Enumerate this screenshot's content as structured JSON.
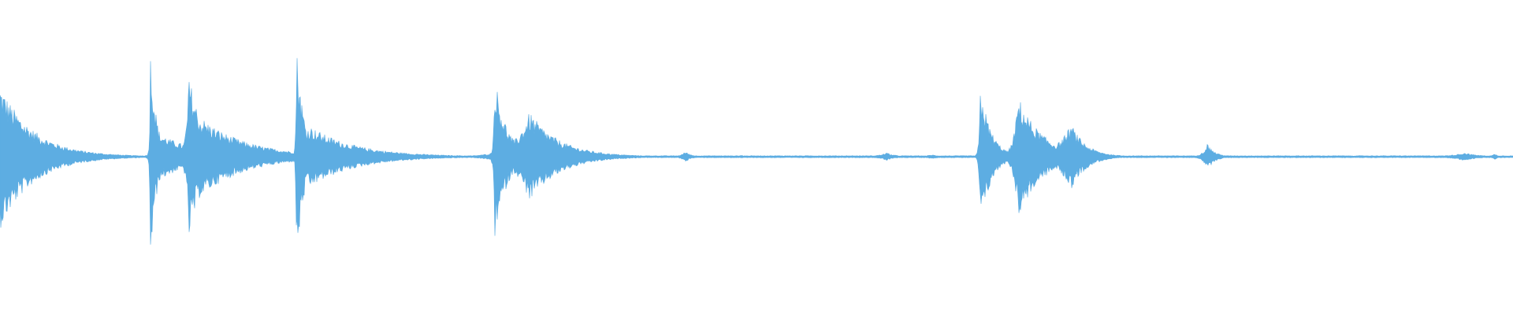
{
  "waveform": {
    "color": "#5DADE2",
    "background": "#FFFFFF",
    "amplitude_range": [
      -1,
      1
    ],
    "baseline_amplitude": 0.008,
    "events": [
      {
        "t": 0.0,
        "peak": 0.55,
        "decay": 0.022,
        "rise": 0.002
      },
      {
        "t": 0.0995,
        "peak": 0.82,
        "decay": 0.004,
        "rise": 0.0005
      },
      {
        "t": 0.105,
        "peak": 0.18,
        "decay": 0.025,
        "rise": 0.003
      },
      {
        "t": 0.125,
        "peak": 0.62,
        "decay": 0.01,
        "rise": 0.002
      },
      {
        "t": 0.133,
        "peak": 0.3,
        "decay": 0.03,
        "rise": 0.004
      },
      {
        "t": 0.196,
        "peak": 0.84,
        "decay": 0.005,
        "rise": 0.0005
      },
      {
        "t": 0.204,
        "peak": 0.24,
        "decay": 0.03,
        "rise": 0.004
      },
      {
        "t": 0.327,
        "peak": 0.62,
        "decay": 0.008,
        "rise": 0.0008
      },
      {
        "t": 0.35,
        "peak": 0.34,
        "decay": 0.02,
        "rise": 0.01
      },
      {
        "t": 0.453,
        "peak": 0.04,
        "decay": 0.004,
        "rise": 0.003
      },
      {
        "t": 0.49,
        "peak": 0.012,
        "decay": 0.003,
        "rise": 0.003
      },
      {
        "t": 0.586,
        "peak": 0.03,
        "decay": 0.006,
        "rise": 0.006
      },
      {
        "t": 0.616,
        "peak": 0.015,
        "decay": 0.006,
        "rise": 0.006
      },
      {
        "t": 0.648,
        "peak": 0.55,
        "decay": 0.007,
        "rise": 0.0008
      },
      {
        "t": 0.652,
        "peak": 0.06,
        "decay": 0.01,
        "rise": 0.003
      },
      {
        "t": 0.673,
        "peak": 0.46,
        "decay": 0.016,
        "rise": 0.003
      },
      {
        "t": 0.708,
        "peak": 0.25,
        "decay": 0.01,
        "rise": 0.01
      },
      {
        "t": 0.798,
        "peak": 0.1,
        "decay": 0.005,
        "rise": 0.003
      },
      {
        "t": 0.968,
        "peak": 0.03,
        "decay": 0.01,
        "rise": 0.01
      },
      {
        "t": 0.988,
        "peak": 0.025,
        "decay": 0.002,
        "rise": 0.002
      }
    ]
  }
}
